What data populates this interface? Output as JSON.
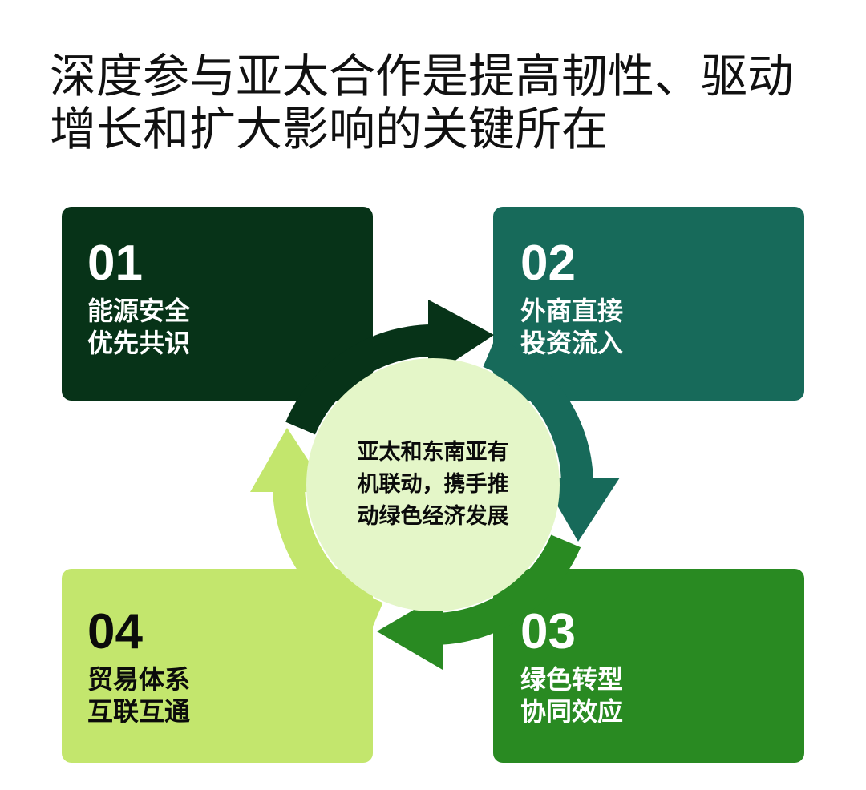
{
  "title": {
    "line1": "深度参与亚太合作是提高韧性、驱动",
    "line2": "增长和扩大影响的关键所在"
  },
  "center": {
    "line1": "亚太和东南亚有",
    "line2": "机联动，携手推",
    "line3": "动绿色经济发展"
  },
  "boxes": [
    {
      "number": "01",
      "line1": "能源安全",
      "line2": "优先共识",
      "color": "#073318"
    },
    {
      "number": "02",
      "line1": "外商直接",
      "line2": "投资流入",
      "color": "#176a5a"
    },
    {
      "number": "03",
      "line1": "绿色转型",
      "line2": "协同效应",
      "color": "#298a22"
    },
    {
      "number": "04",
      "line1": "贸易体系",
      "line2": "互联互通",
      "color": "#c3e66d"
    }
  ],
  "colors": {
    "center_fill": "#e4f6c8"
  }
}
